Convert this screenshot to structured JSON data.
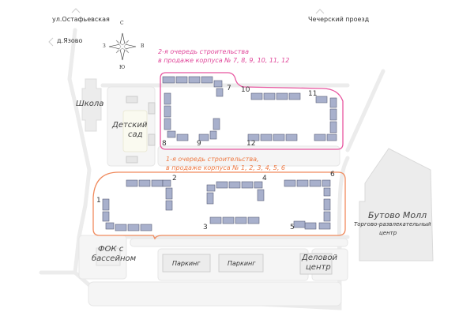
{
  "streets": {
    "ostafyevskaya": "ул.Остафьевская",
    "yazovo": "д.Язово",
    "chechersky": "Чечерский проезд"
  },
  "compass": {
    "north": "С",
    "south": "Ю",
    "west": "З",
    "east": "В"
  },
  "phases": {
    "phase2": {
      "line1": "2-я очередь строительства",
      "line2": "в продаже корпуса № 7, 8, 9, 10, 11, 12",
      "color": "#e8559f"
    },
    "phase1": {
      "line1": "1-я очередь строительства,",
      "line2": "в продаже корпуса № 1, 2, 3, 4, 5, 6",
      "color": "#f08a5d"
    }
  },
  "buildings": [
    "1",
    "2",
    "3",
    "4",
    "5",
    "6",
    "7",
    "8",
    "9",
    "10",
    "11",
    "12"
  ],
  "places": {
    "school": "Школа",
    "kindergarten_1": "Детский",
    "kindergarten_2": "сад",
    "fok_1": "ФОК с",
    "fok_2": "бассейном",
    "parking_1": "Паркинг",
    "parking_2": "Паркинг",
    "business_1": "Деловой",
    "business_2": "центр",
    "mall_title": "Бутово Молл",
    "mall_sub_1": "Торгово-развлекательный",
    "mall_sub_2": "центр"
  },
  "colors": {
    "building": "#a8b0cc",
    "building_stroke": "#5a5f78",
    "road": "#ececec",
    "block": "#f4f4f4"
  }
}
